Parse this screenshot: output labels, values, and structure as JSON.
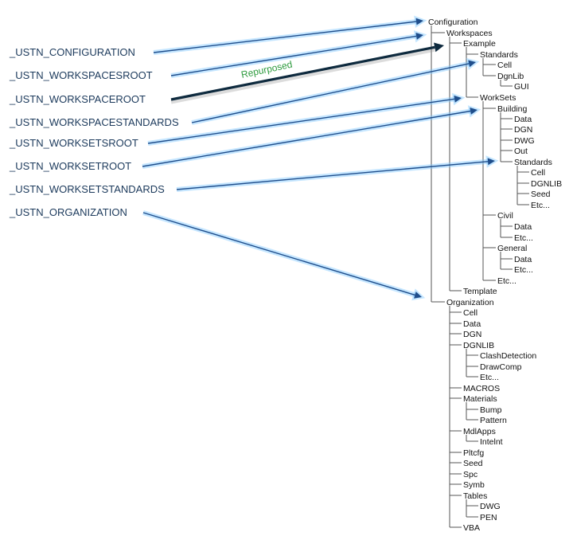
{
  "variables": [
    "_USTN_CONFIGURATION",
    "_USTN_WORKSPACESROOT",
    "_USTN_WORKSPACEROOT",
    "_USTN_WORKSPACESTANDARDS",
    "_USTN_WORKSETSROOT",
    "_USTN_WORKSETROOT",
    "_USTN_WORKSETSTANDARDS",
    "_USTN_ORGANIZATION"
  ],
  "annotation": "Repurposed",
  "tree": [
    {
      "label": "Configuration",
      "depth": 0
    },
    {
      "label": "Workspaces",
      "depth": 1
    },
    {
      "label": "Example",
      "depth": 2
    },
    {
      "label": "Standards",
      "depth": 3
    },
    {
      "label": "Cell",
      "depth": 4
    },
    {
      "label": "DgnLib",
      "depth": 4
    },
    {
      "label": "GUI",
      "depth": 5
    },
    {
      "label": "WorkSets",
      "depth": 3
    },
    {
      "label": "Building",
      "depth": 4
    },
    {
      "label": "Data",
      "depth": 5
    },
    {
      "label": "DGN",
      "depth": 5
    },
    {
      "label": "DWG",
      "depth": 5
    },
    {
      "label": "Out",
      "depth": 5
    },
    {
      "label": "Standards",
      "depth": 5
    },
    {
      "label": "Cell",
      "depth": 6
    },
    {
      "label": "DGNLIB",
      "depth": 6
    },
    {
      "label": "Seed",
      "depth": 6
    },
    {
      "label": "Etc...",
      "depth": 6
    },
    {
      "label": "Civil",
      "depth": 4
    },
    {
      "label": "Data",
      "depth": 5
    },
    {
      "label": "Etc...",
      "depth": 5
    },
    {
      "label": "General",
      "depth": 4
    },
    {
      "label": "Data",
      "depth": 5
    },
    {
      "label": "Etc...",
      "depth": 5
    },
    {
      "label": "Etc...",
      "depth": 4
    },
    {
      "label": "Template",
      "depth": 2
    },
    {
      "label": "Organization",
      "depth": 1
    },
    {
      "label": "Cell",
      "depth": 2
    },
    {
      "label": "Data",
      "depth": 2
    },
    {
      "label": "DGN",
      "depth": 2
    },
    {
      "label": "DGNLIB",
      "depth": 2
    },
    {
      "label": "ClashDetection",
      "depth": 3
    },
    {
      "label": "DrawComp",
      "depth": 3
    },
    {
      "label": "Etc...",
      "depth": 3
    },
    {
      "label": "MACROS",
      "depth": 2
    },
    {
      "label": "Materials",
      "depth": 2
    },
    {
      "label": "Bump",
      "depth": 3
    },
    {
      "label": "Pattern",
      "depth": 3
    },
    {
      "label": "MdlApps",
      "depth": 2
    },
    {
      "label": "Intelnt",
      "depth": 3
    },
    {
      "label": "Pltcfg",
      "depth": 2
    },
    {
      "label": "Seed",
      "depth": 2
    },
    {
      "label": "Spc",
      "depth": 2
    },
    {
      "label": "Symb",
      "depth": 2
    },
    {
      "label": "Tables",
      "depth": 2
    },
    {
      "label": "DWG",
      "depth": 3
    },
    {
      "label": "PEN",
      "depth": 3
    },
    {
      "label": "VBA",
      "depth": 2
    }
  ],
  "mappings": [
    {
      "variable": 0,
      "node": 0
    },
    {
      "variable": 1,
      "node": 1
    },
    {
      "variable": 2,
      "node": 2
    },
    {
      "variable": 3,
      "node": 3
    },
    {
      "variable": 4,
      "node": 7
    },
    {
      "variable": 5,
      "node": 8
    },
    {
      "variable": 6,
      "node": 13
    },
    {
      "variable": 7,
      "node": 26
    }
  ],
  "colors": {
    "arrow": "#1f4e8c",
    "arrow_heavy": "#0e2a3e",
    "glow": "#7ec8ff",
    "annotation": "#2e9b3e",
    "variable_text": "#1c3a5c"
  }
}
